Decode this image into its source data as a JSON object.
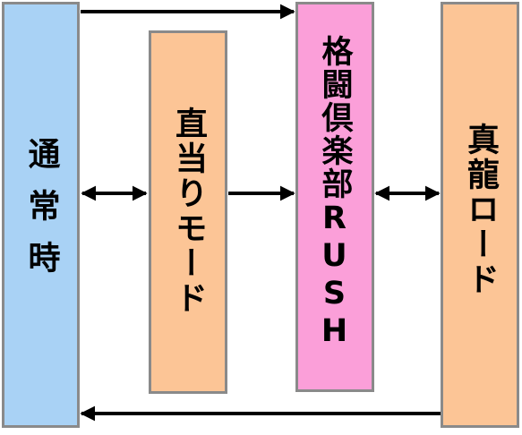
{
  "boxes": {
    "normal": {
      "label": "通常時",
      "color": "#a9d2f5"
    },
    "direct": {
      "label": "直当りモード",
      "color": "#fcc596"
    },
    "rush": {
      "label": "格闘倶楽部RUSH",
      "color": "#fb9fd9"
    },
    "shinryu": {
      "label": "真龍ロード",
      "color": "#fcc596"
    }
  },
  "connections": [
    {
      "from": "normal",
      "to": "rush",
      "type": "one-way"
    },
    {
      "from": "normal",
      "to": "direct",
      "type": "two-way"
    },
    {
      "from": "direct",
      "to": "rush",
      "type": "one-way"
    },
    {
      "from": "rush",
      "to": "shinryu",
      "type": "two-way"
    },
    {
      "from": "shinryu",
      "to": "normal",
      "type": "one-way"
    }
  ]
}
